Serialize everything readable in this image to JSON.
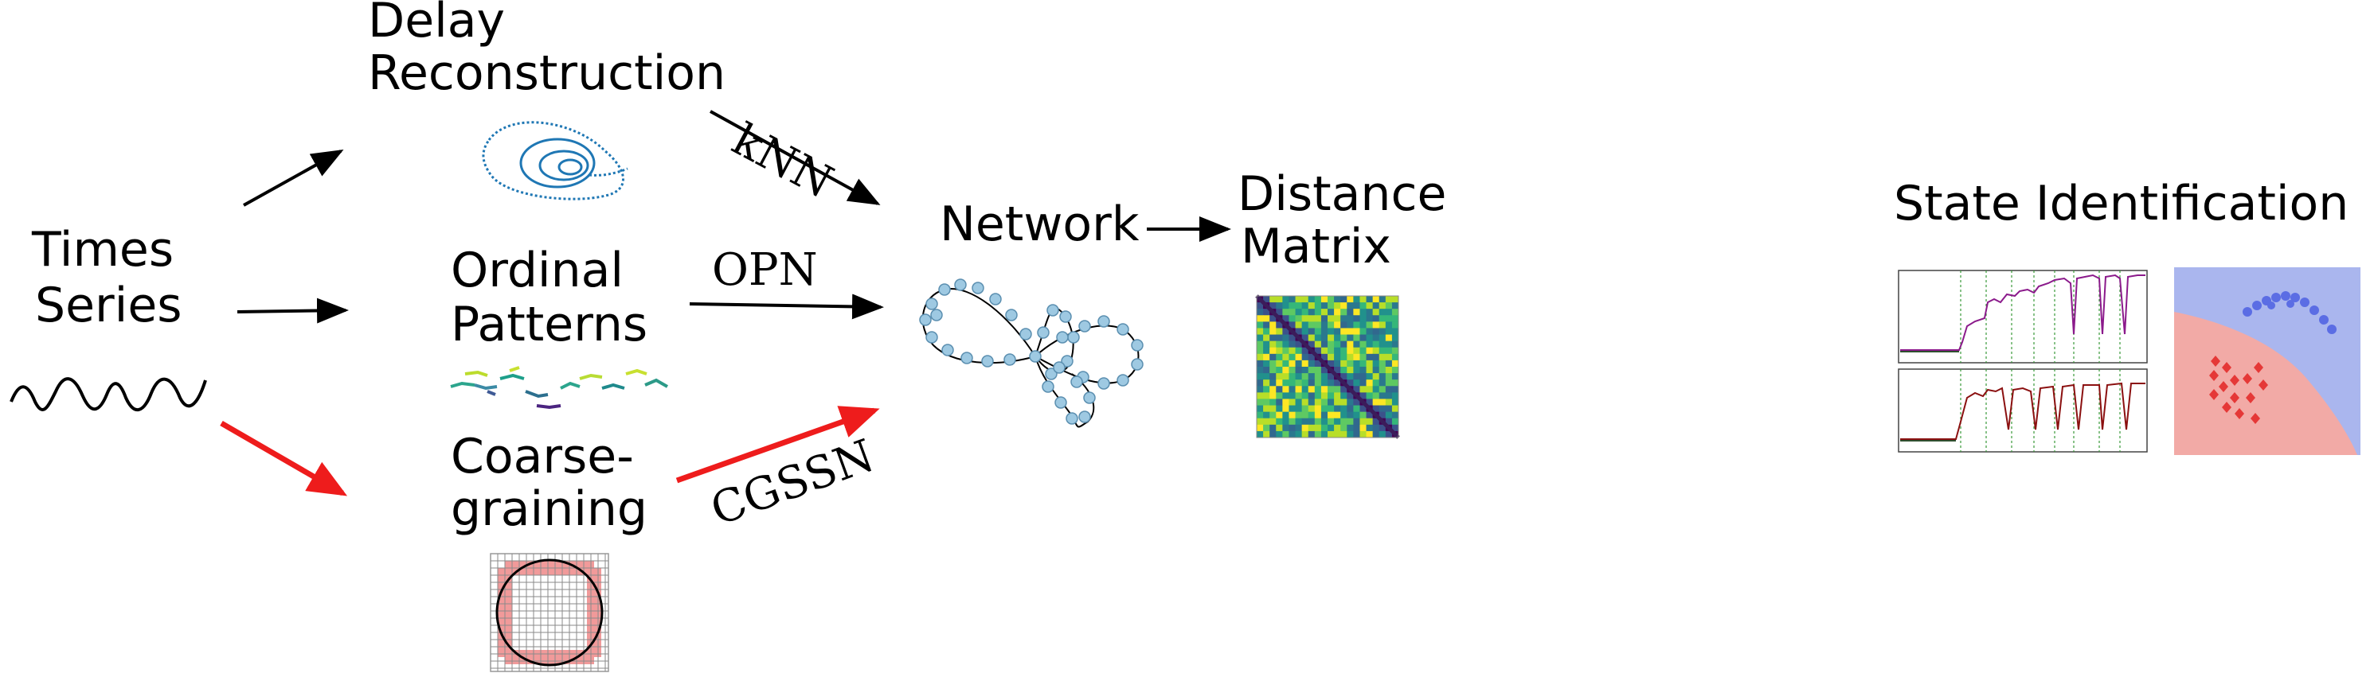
{
  "diagram": {
    "input": {
      "line1": "Times",
      "line2": "Series"
    },
    "methods": {
      "delay": {
        "line1": "Delay",
        "line2": "Reconstruction"
      },
      "ordinal": {
        "line1": "Ordinal",
        "line2": "Patterns"
      },
      "coarse": {
        "line1": "Coarse-",
        "line2": "graining"
      }
    },
    "edges": {
      "knn": "kNN",
      "opn": "OPN",
      "cgssn": "CGSSN"
    },
    "network": "Network",
    "distance": {
      "line1": "Distance",
      "line2": "Matrix"
    },
    "state": "State Identification"
  },
  "colors": {
    "highlight_arrow": "#ee1c1c",
    "attractor": "#1f77b4",
    "node_fill": "#9ec9e2",
    "grid_fill": "#f19a9a",
    "region_blue": "#aab6ee",
    "region_red": "#f2aaa6",
    "trace_purple": "#8b1a8b",
    "trace_red": "#8b1010",
    "guide_green": "#3a9a3a"
  }
}
